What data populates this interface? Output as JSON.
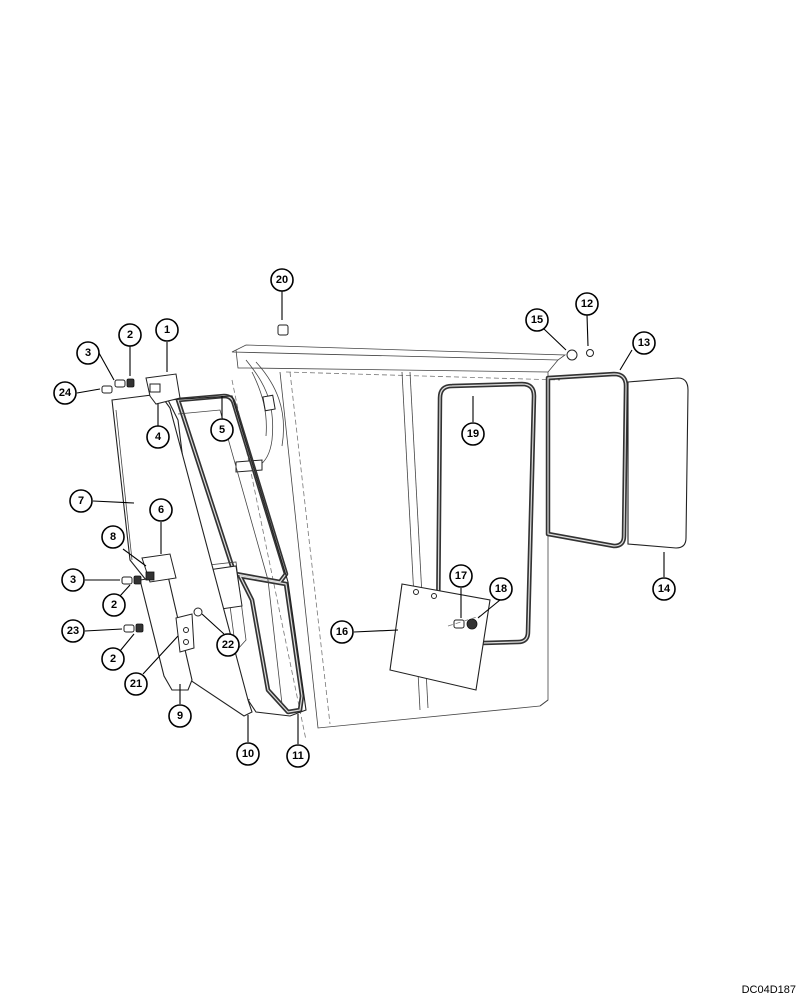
{
  "drawing_code": "DC04D187",
  "callouts": [
    {
      "id": "c1",
      "label": "1"
    },
    {
      "id": "c2a",
      "label": "2"
    },
    {
      "id": "c2b",
      "label": "2"
    },
    {
      "id": "c2c",
      "label": "2"
    },
    {
      "id": "c3a",
      "label": "3"
    },
    {
      "id": "c3b",
      "label": "3"
    },
    {
      "id": "c4",
      "label": "4"
    },
    {
      "id": "c5",
      "label": "5"
    },
    {
      "id": "c6",
      "label": "6"
    },
    {
      "id": "c7",
      "label": "7"
    },
    {
      "id": "c8",
      "label": "8"
    },
    {
      "id": "c9",
      "label": "9"
    },
    {
      "id": "c10",
      "label": "10"
    },
    {
      "id": "c11",
      "label": "11"
    },
    {
      "id": "c12",
      "label": "12"
    },
    {
      "id": "c13",
      "label": "13"
    },
    {
      "id": "c14",
      "label": "14"
    },
    {
      "id": "c15",
      "label": "15"
    },
    {
      "id": "c16",
      "label": "16"
    },
    {
      "id": "c17",
      "label": "17"
    },
    {
      "id": "c18",
      "label": "18"
    },
    {
      "id": "c19",
      "label": "19"
    },
    {
      "id": "c20",
      "label": "20"
    },
    {
      "id": "c21",
      "label": "21"
    },
    {
      "id": "c22",
      "label": "22"
    },
    {
      "id": "c23",
      "label": "23"
    },
    {
      "id": "c24",
      "label": "24"
    }
  ]
}
